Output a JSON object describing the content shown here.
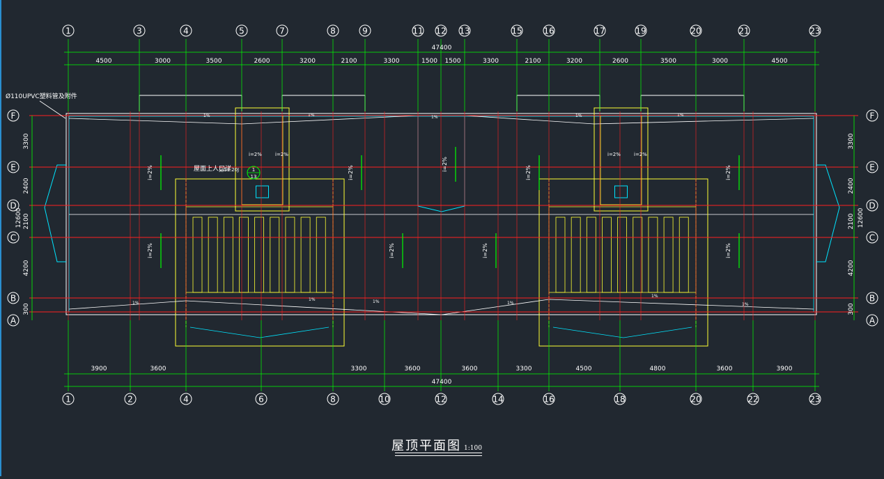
{
  "colors": {
    "background": "#212830",
    "dimension": "#00ff00",
    "axis": "#ff2020",
    "wall": "#ffffff",
    "parapet": "#ffff33",
    "drain": "#00e5ff"
  },
  "grid": {
    "top_labels": [
      "1",
      "3",
      "4",
      "5",
      "7",
      "8",
      "9",
      "11",
      "12",
      "13",
      "15",
      "16",
      "17",
      "19",
      "20",
      "21",
      "23"
    ],
    "bottom_labels": [
      "1",
      "2",
      "4",
      "6",
      "8",
      "10",
      "12",
      "14",
      "16",
      "18",
      "20",
      "22",
      "23"
    ],
    "row_labels": [
      "F",
      "E",
      "D",
      "C",
      "B",
      "A"
    ]
  },
  "dimensions": {
    "top_total": "47400",
    "top_spans": [
      "4500",
      "3000",
      "3500",
      "2600",
      "3200",
      "2100",
      "3300",
      "1500",
      "1500",
      "3300",
      "2100",
      "3200",
      "2600",
      "3500",
      "3000",
      "4500"
    ],
    "bottom_total": "47400",
    "bottom_spans": [
      "3900",
      "3600",
      "3300",
      "3600",
      "3600",
      "3300",
      "4500",
      "4800",
      "3600",
      "3900"
    ],
    "side_spans": [
      "3300",
      "2400",
      "2100",
      "4200",
      "300"
    ],
    "side_total": "12600"
  },
  "annotations": {
    "pipe_note": "Ø110UPVC塑料管及附件",
    "hatch_note": "屋面上人口详",
    "hatch_ref": "见11.20J",
    "detail_num": "1",
    "detail_sheet": "13",
    "slope_2": "i=2%",
    "slope_1": "1%"
  },
  "drawing_title": {
    "text": "屋顶平面图",
    "scale": "1:100"
  }
}
